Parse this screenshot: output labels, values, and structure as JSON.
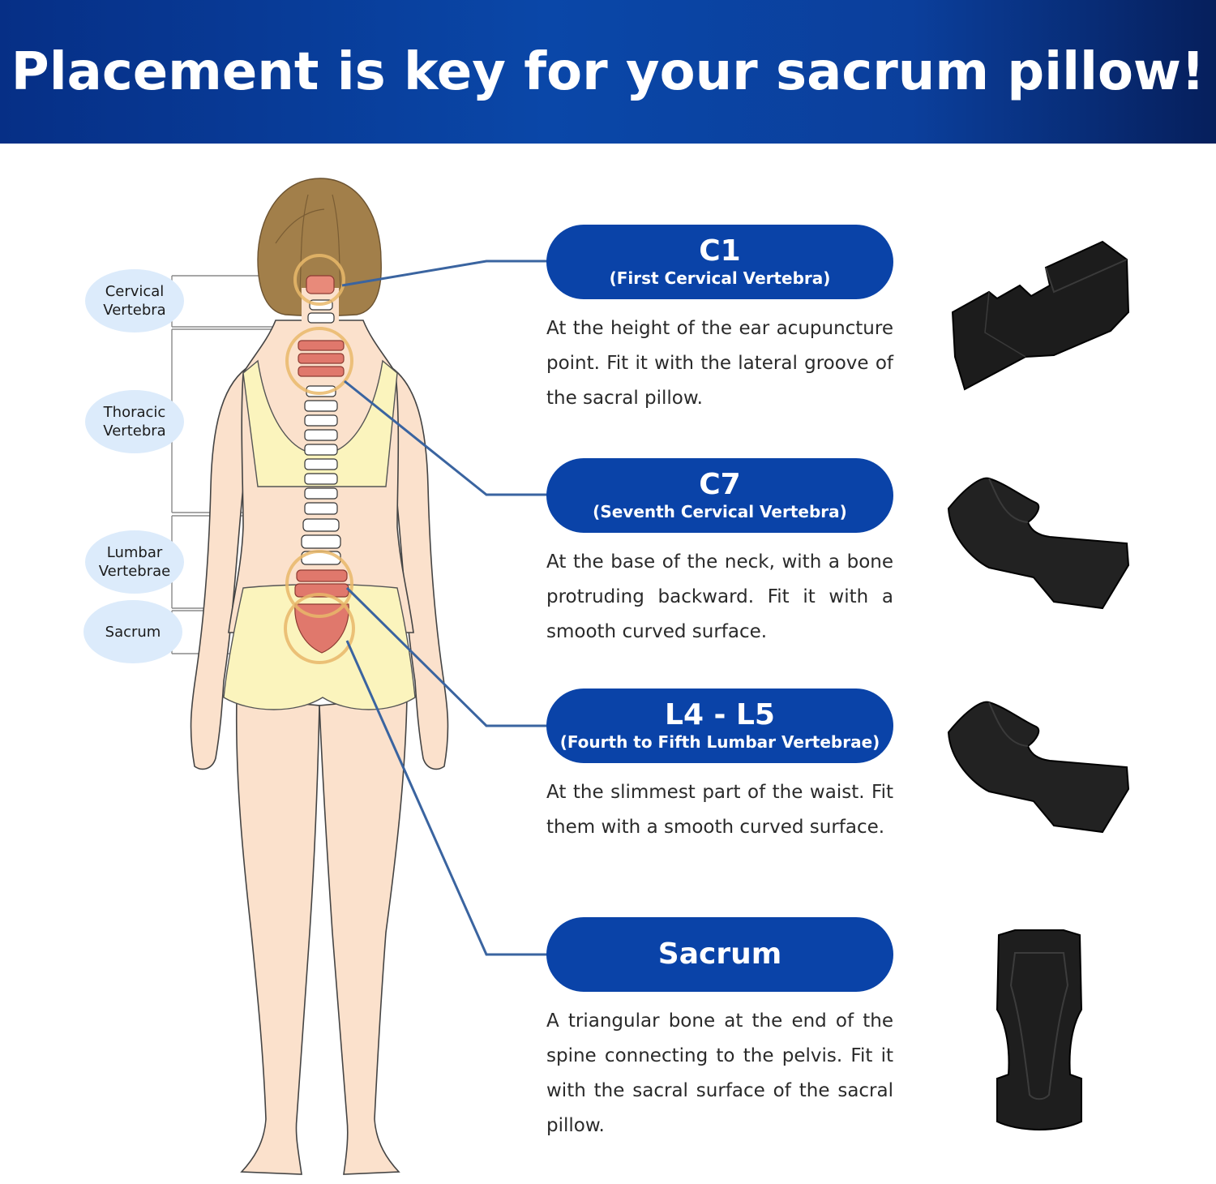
{
  "header": {
    "title": "Placement is key for your sacrum pillow!"
  },
  "regions": [
    {
      "label": "Cervical Vertebra"
    },
    {
      "label": "Thoracic Vertebra"
    },
    {
      "label": "Lumbar Vertebrae"
    },
    {
      "label": "Sacrum"
    }
  ],
  "points": [
    {
      "title": "C1",
      "subtitle": "(First Cervical Vertebra)",
      "description": "At the height of the ear acupuncture point. Fit it with the lateral groove of the sacral pillow."
    },
    {
      "title": "C7",
      "subtitle": "(Seventh Cervical Vertebra)",
      "description": "At the base of the neck, with a bone protruding backward. Fit it with a smooth curved surface."
    },
    {
      "title": "L4 - L5",
      "subtitle": "(Fourth to Fifth Lumbar Vertebrae)",
      "description": "At the slimmest part of the waist. Fit them with a smooth curved surface."
    },
    {
      "title": "Sacrum",
      "description": "A triangular bone at the end of the spine connecting to the pelvis. Fit it with the sacral surface of the sacral pillow."
    }
  ],
  "colors": {
    "header_blue": "#0a47a8",
    "pill_blue": "#0a43a8",
    "bubble": "#dcebfb",
    "connector": "#3a64a0",
    "highlight_ring": "#e9b86a",
    "bone_red": "#d9756b",
    "skin": "#fbe1cc",
    "clothing": "#fbf4bd",
    "hair": "#a27f4a",
    "pillow": "#1c1c1c"
  },
  "icons": {
    "figure": "human-back-figure",
    "pillow_1": "pillow-side-groove-icon",
    "pillow_2": "pillow-curved-icon",
    "pillow_3": "pillow-curved-icon",
    "pillow_4": "pillow-top-view-icon"
  }
}
